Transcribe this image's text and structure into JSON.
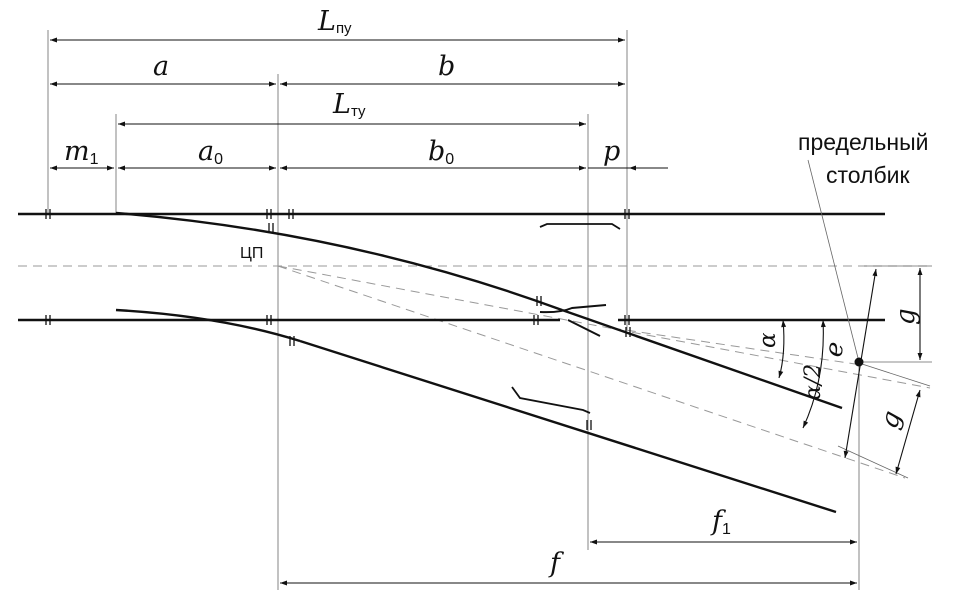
{
  "labels": {
    "L_pu_main": "L",
    "L_pu_sub": "пу",
    "a": "a",
    "b": "b",
    "L_tu_main": "L",
    "L_tu_sub": "ту",
    "m_main": "m",
    "m_sub": "1",
    "a0_main": "a",
    "a0_sub": "0",
    "b0_main": "b",
    "b0_sub": "0",
    "p": "p",
    "cp": "ЦП",
    "alpha": "α",
    "alpha_half": "α/2",
    "e": "e",
    "g_upper": "g",
    "g_lower": "g",
    "f1_main": "f",
    "f1_sub": "1",
    "f": "f",
    "post_line1": "предельный",
    "post_line2": "столбик"
  }
}
